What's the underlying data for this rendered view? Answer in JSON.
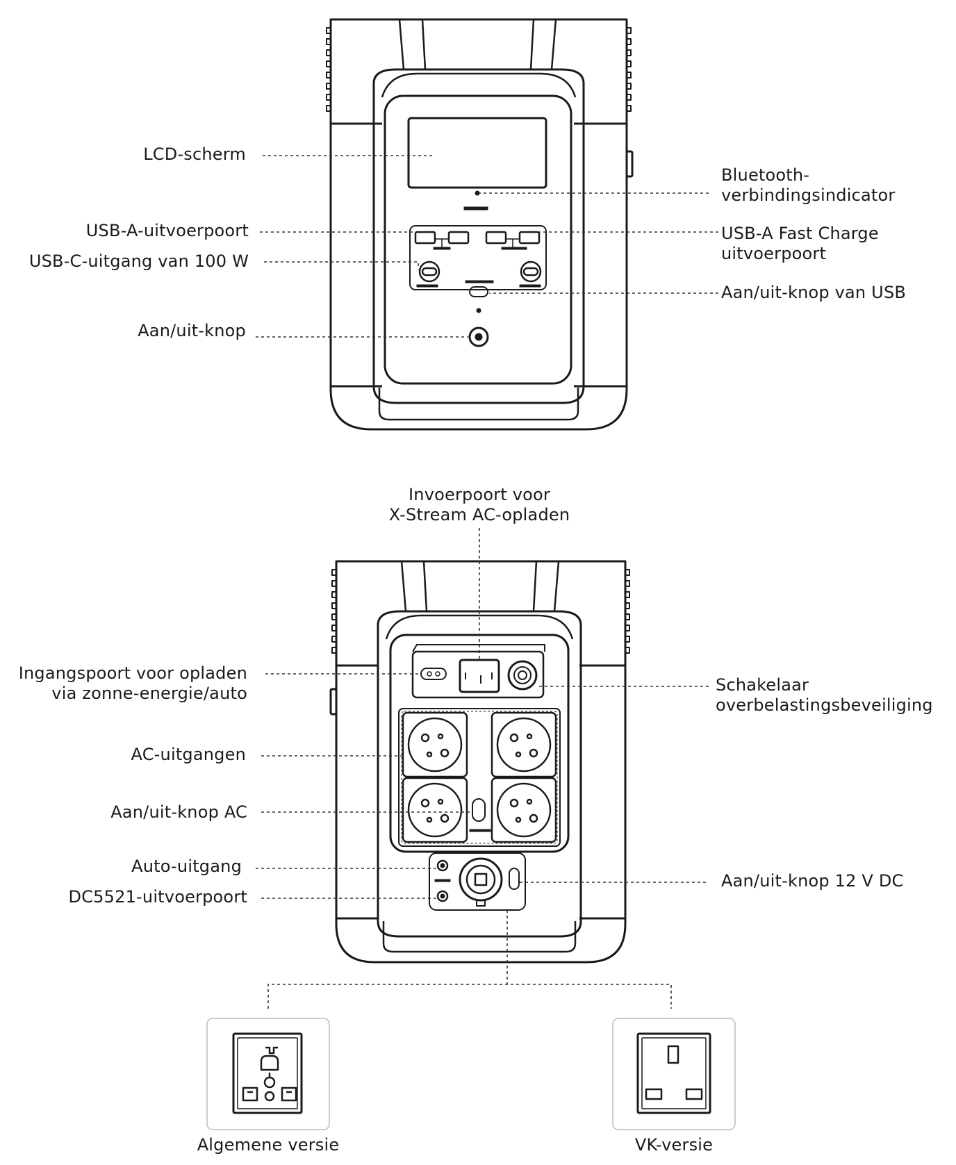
{
  "front": {
    "labels": {
      "lcd": "LCD-scherm",
      "bluetooth_line1": "Bluetooth-",
      "bluetooth_line2": "verbindingsindicator",
      "usb_a": "USB-A-uitvoerpoort",
      "usb_a_fast_line1": "USB-A Fast Charge",
      "usb_a_fast_line2": "uitvoerpoort",
      "usb_c": "USB-C-uitgang van 100 W",
      "usb_switch": "Aan/uit-knop van USB",
      "power": "Aan/uit-knop"
    }
  },
  "rear": {
    "labels": {
      "xstream_line1": "Invoerpoort voor",
      "xstream_line2": "X-Stream AC-opladen",
      "solar_line1": "Ingangspoort voor opladen",
      "solar_line2": "via zonne-energie/auto",
      "overload_line1": "Schakelaar",
      "overload_line2": "overbelastingsbeveiliging",
      "ac_outputs": "AC-uitgangen",
      "ac_switch": "Aan/uit-knop AC",
      "car": "Auto-uitgang",
      "dc5521": "DC5521-uitvoerpoort",
      "dc_switch": "Aan/uit-knop 12 V DC"
    }
  },
  "versions": {
    "general": "Algemene versie",
    "uk": "VK-versie"
  },
  "colors": {
    "stroke": "#1a1a1a",
    "leader": "#333333"
  }
}
